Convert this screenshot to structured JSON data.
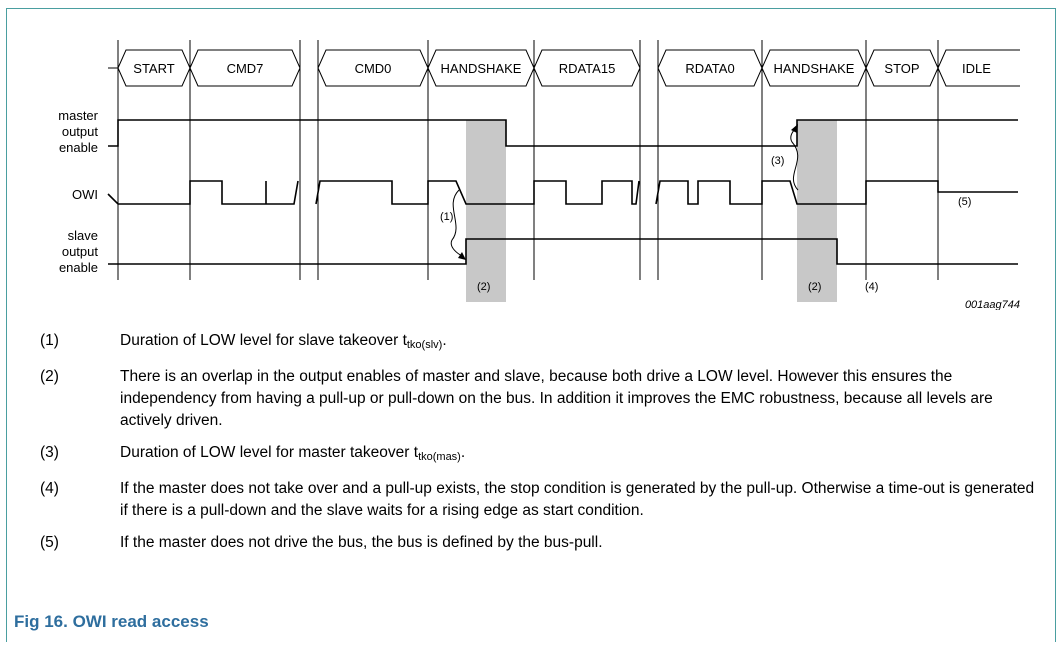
{
  "diagram": {
    "bus_states": [
      "START",
      "CMD7",
      "CMD0",
      "HANDSHAKE",
      "RDATA15",
      "RDATA0",
      "HANDSHAKE",
      "STOP",
      "IDLE"
    ],
    "signal_labels": {
      "master": [
        "master",
        "output",
        "enable"
      ],
      "owi": "OWI",
      "slave": [
        "slave",
        "output",
        "enable"
      ]
    },
    "markers": {
      "m1": "(1)",
      "m2a": "(2)",
      "m2b": "(2)",
      "m3": "(3)",
      "m4": "(4)",
      "m5": "(5)"
    },
    "figure_id": "001aag744",
    "colors": {
      "overlap_shade": "#c8c8c8",
      "line": "#000000",
      "caption": "#2e6e9e",
      "frame": "#4a9ea0"
    }
  },
  "notes": [
    {
      "num": "(1)",
      "text": "Duration of LOW level for slave takeover t",
      "sub": "tko(slv)",
      "tail": "."
    },
    {
      "num": "(2)",
      "text": "There is an overlap in the output enables of master and slave, because both drive a LOW level. However this ensures the independency from having a pull-up or pull-down on the bus. In addition it improves the EMC robustness, because all levels are actively driven."
    },
    {
      "num": "(3)",
      "text": "Duration of LOW level for master takeover t",
      "sub": "tko(mas)",
      "tail": "."
    },
    {
      "num": "(4)",
      "text": "If the master does not take over and a pull-up exists, the stop condition is generated by the pull-up. Otherwise a time-out is generated if there is a pull-down and the slave waits for a rising edge as start condition."
    },
    {
      "num": "(5)",
      "text": "If the master does not drive the bus, the bus is defined by the bus-pull."
    }
  ],
  "caption": "Fig 16.  OWI read access"
}
